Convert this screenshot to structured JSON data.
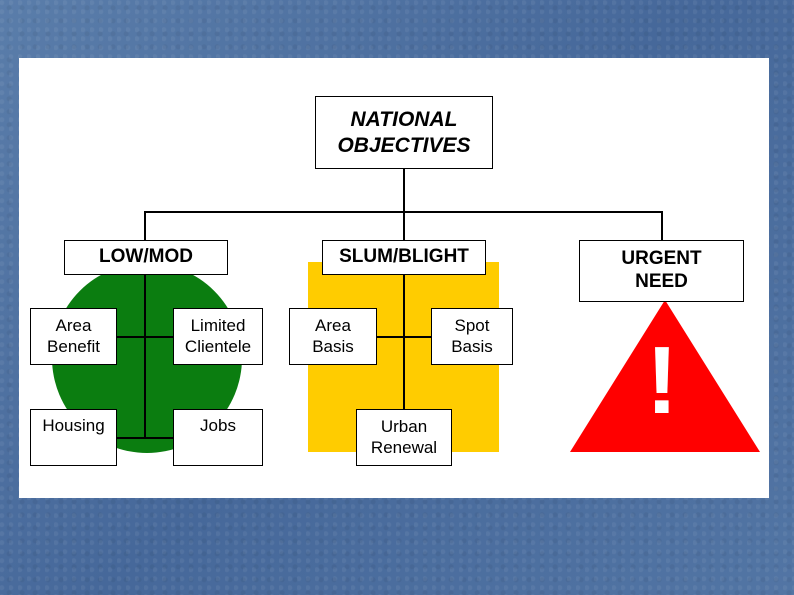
{
  "diagram": {
    "root": {
      "label": "NATIONAL\nOBJECTIVES"
    },
    "categories": [
      {
        "label": "LOW/MOD",
        "color": "#0b7d10",
        "shape": "circle"
      },
      {
        "label": "SLUM/BLIGHT",
        "color": "#ffcc00",
        "shape": "rectangle"
      },
      {
        "label": "URGENT\nNEED",
        "color": "#ff0000",
        "shape": "warning-triangle"
      }
    ],
    "low_mod_items": [
      "Area\nBenefit",
      "Limited\nClientele",
      "Housing",
      "Jobs"
    ],
    "slum_blight_items": [
      "Area\nBasis",
      "Spot\nBasis",
      "Urban\nRenewal"
    ],
    "warning_glyph": "!"
  }
}
